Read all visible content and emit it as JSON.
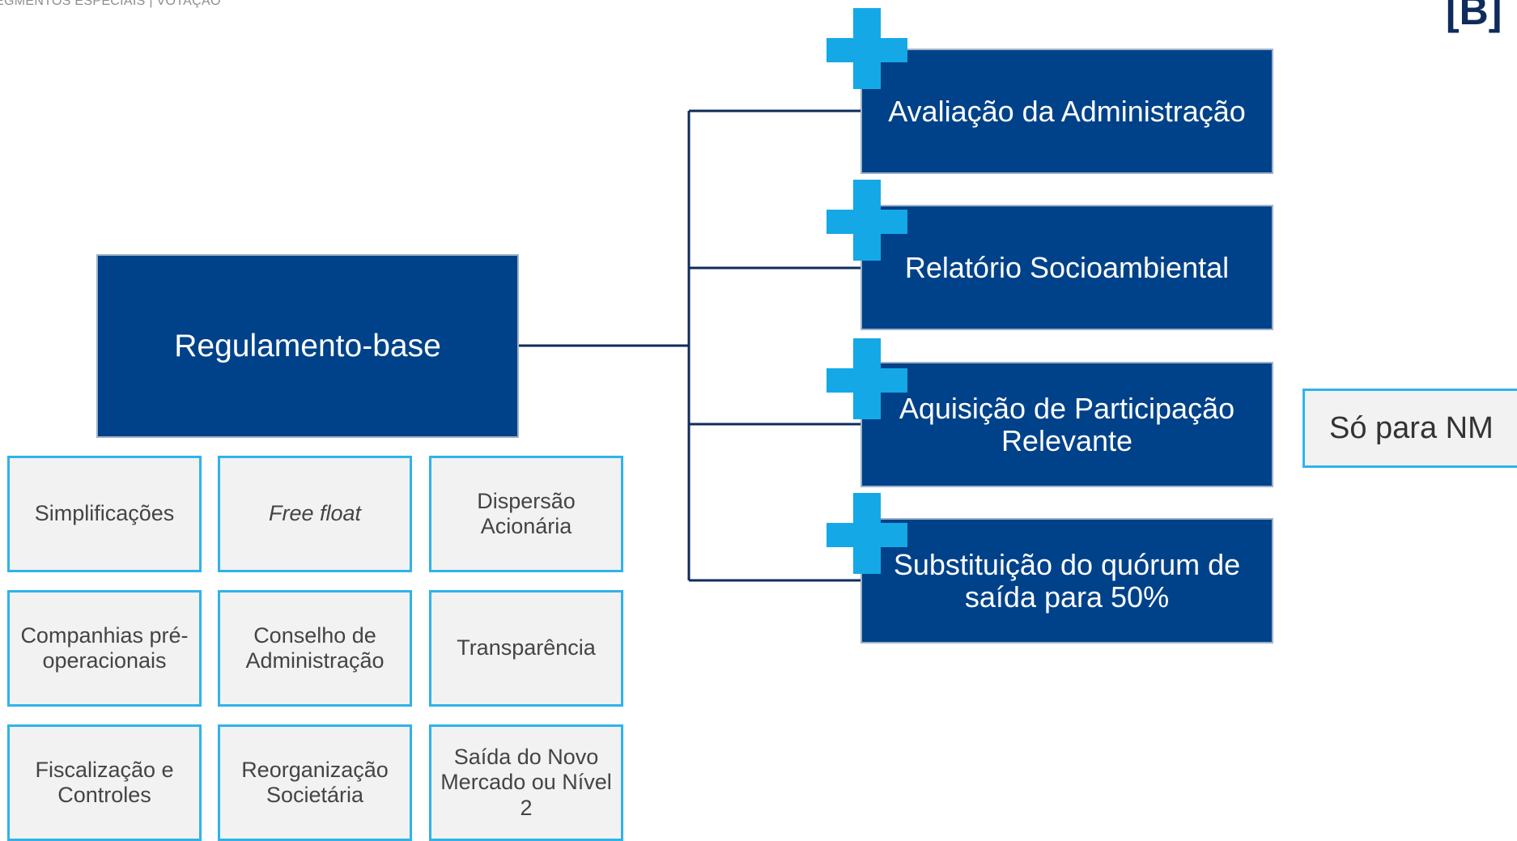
{
  "header": {
    "breadcrumb": "EGMENTOS ESPECIAIS | VOTAÇÃO",
    "logo_text": "[B]"
  },
  "main": {
    "label": "Regulamento-base"
  },
  "additions": [
    {
      "label": "Avaliação da Administração"
    },
    {
      "label": "Relatório Socioambiental"
    },
    {
      "label": "Aquisição de Participação Relevante"
    },
    {
      "label": "Substituição do quórum de saída para 50%"
    }
  ],
  "note": {
    "label": "Só para NM"
  },
  "topics": [
    {
      "label": "Simplificações"
    },
    {
      "label": "Free float"
    },
    {
      "label": "Dispersão Acionária"
    },
    {
      "label": "Companhias pré-operacionais"
    },
    {
      "label": "Conselho de Administração"
    },
    {
      "label": "Transparência"
    },
    {
      "label": "Fiscalização e Controles"
    },
    {
      "label": "Reorganização Societária"
    },
    {
      "label": "Saída do Novo Mercado ou Nível 2"
    }
  ],
  "colors": {
    "navy": "#004289",
    "accent": "#14a9e6",
    "line": "#0f2b5b",
    "box_border": "#2fb3ea"
  },
  "icons": [
    "plus-icon"
  ]
}
